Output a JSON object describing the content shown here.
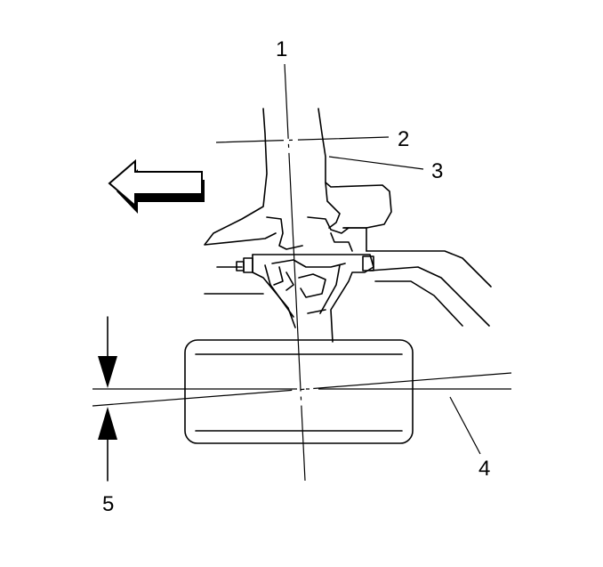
{
  "callouts": {
    "c1": "1",
    "c2": "2",
    "c3": "3",
    "c4": "4",
    "c5": "5"
  },
  "colors": {
    "line": "#000000",
    "background": "#ffffff"
  },
  "icons": {
    "direction": "arrow-left-icon",
    "measure_top": "arrow-down-icon",
    "measure_bottom": "arrow-up-icon"
  }
}
